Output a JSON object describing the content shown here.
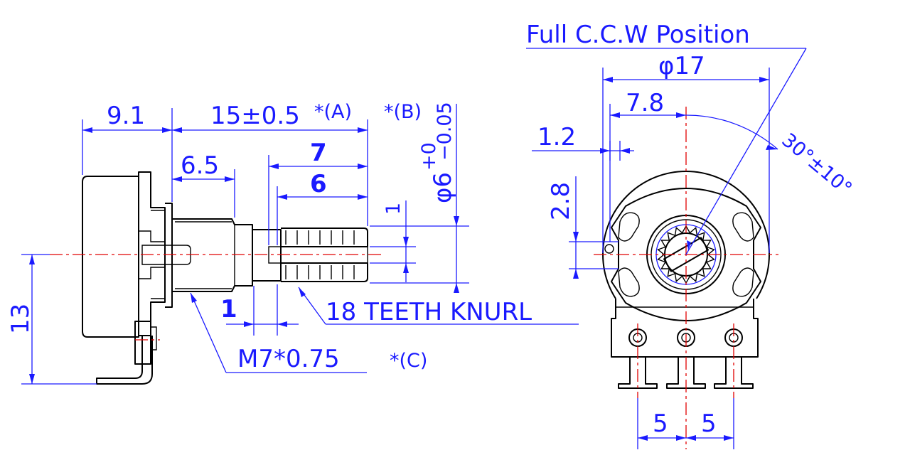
{
  "side_view": {
    "dim_9_1": "9.1",
    "dim_15": "15±0.5",
    "note_a": "*(A)",
    "note_b": "*(B)",
    "dim_6_5": "6.5",
    "dim_7": "7",
    "dim_6": "6",
    "dim_1_top": "1",
    "dim_1_bottom": "1",
    "dim_13": "13",
    "dim_phi6": "φ6",
    "tol_upper": "+0",
    "tol_lower": "−0.05",
    "knurl_label": "18 TEETH KNURL",
    "thread_label": "M7*0.75",
    "note_c": "*(C)"
  },
  "front_view": {
    "title": "Full C.C.W Position",
    "dim_phi17": "φ17",
    "dim_7_8": "7.8",
    "dim_1_2": "1.2",
    "dim_2_8": "2.8",
    "dim_angle": "30°±10°",
    "dim_pin_left": "5",
    "dim_pin_right": "5"
  },
  "colors": {
    "outline": "#000000",
    "dimension": "#1a1aff",
    "centerline": "#e00000"
  }
}
